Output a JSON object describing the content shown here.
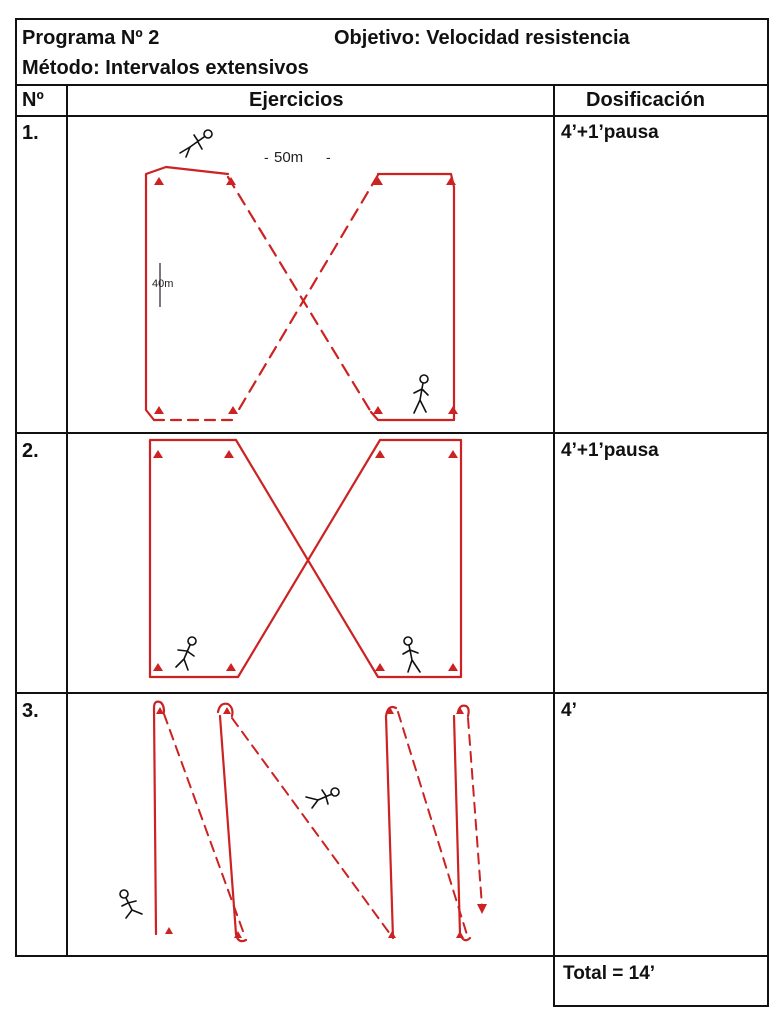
{
  "header": {
    "programa": "Programa Nº 2",
    "objetivo": "Objetivo: Velocidad resistencia",
    "metodo": "Método: Intervalos extensivos"
  },
  "columns": {
    "numero": "Nº",
    "ejercicios": "Ejercicios",
    "dosificacion": "Dosificación"
  },
  "rows": [
    {
      "number": "1.",
      "dose": "4’+1’pausa",
      "annotations": {
        "width": "50m",
        "height": "40m"
      }
    },
    {
      "number": "2.",
      "dose": "4’+1’pausa"
    },
    {
      "number": "3.",
      "dose": "4’"
    }
  ],
  "total": "Total = 14’",
  "colors": {
    "drawing": "#cc2222",
    "lines": "#111111"
  }
}
